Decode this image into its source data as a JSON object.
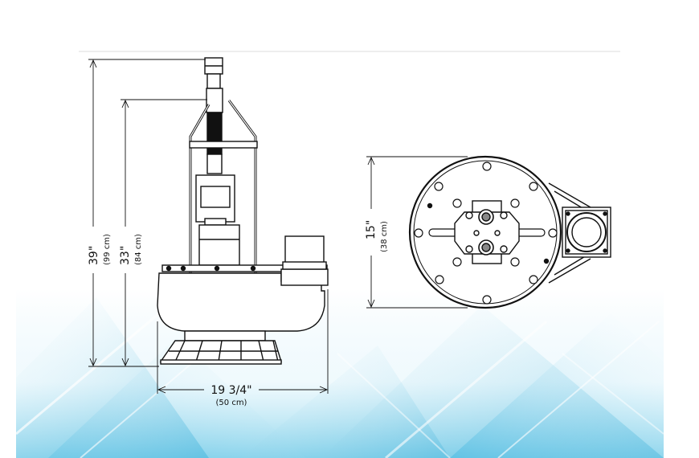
{
  "dimensions": {
    "overall_height": {
      "imperial": "39\"",
      "metric": "(99 cm)"
    },
    "body_height": {
      "imperial": "33\"",
      "metric": "(84 cm)"
    },
    "top_view_width": {
      "imperial": "15\"",
      "metric": "(38 cm)"
    },
    "base_width": {
      "imperial": "19 3/4\"",
      "metric": "(50 cm)"
    }
  },
  "colors": {
    "line": "#111111",
    "background_top": "#ffffff",
    "accent_light": "#c6ecf7",
    "accent_mid": "#7fd0ea",
    "accent_dark": "#2aa9d6"
  }
}
